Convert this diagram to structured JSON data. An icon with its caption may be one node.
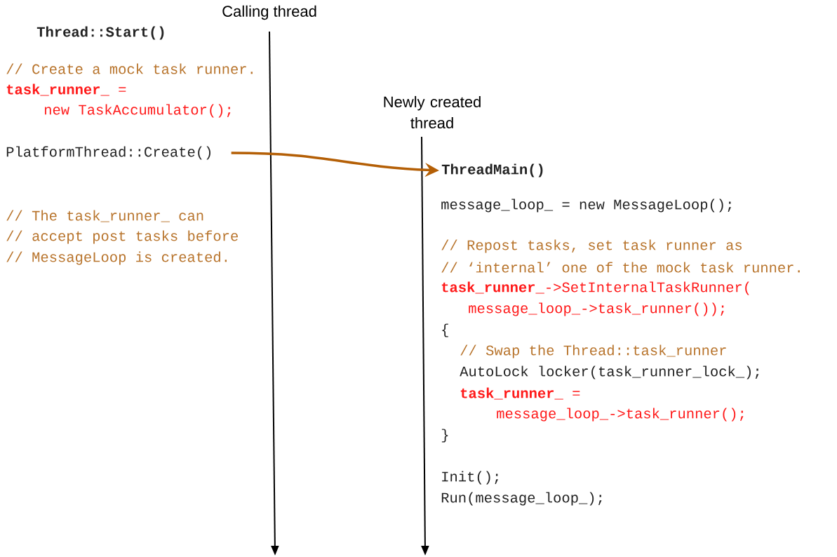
{
  "diagram": {
    "nodes": [
      {
        "text": [
          "PlatformThread::Create()"
        ]
      },
      {
        "text": [
          "ThreadMain()"
        ]
      }
    ],
    "edges": [
      {
        "from": 0,
        "to": 1,
        "arrow": "to",
        "color": "#b45f06"
      }
    ],
    "labels": [
      "Calling thread",
      "Thread::Start()",
      "// Create a mock task runner.",
      "**task_runner_** =",
      "new TaskAccumulator();",
      "Newly created thread",
      "// The task_runner_ can",
      "// accept post tasks before",
      "// MessageLoop is created.",
      "message_loop_ = new MessageLoop();",
      "// Repost tasks, set task runner as",
      "// ‘internal’ one of the mock task runner.",
      "**task_runner_**->SetInternalTaskRunner(",
      "message_loop_->task_runner());",
      "{",
      "// Swap the Thread::task_runner",
      "AutoLock locker(task_runner_lock_);",
      "**task_runner_** =",
      "message_loop_->task_runner();",
      "}",
      "Init();",
      "Run(message_loop_);"
    ]
  }
}
